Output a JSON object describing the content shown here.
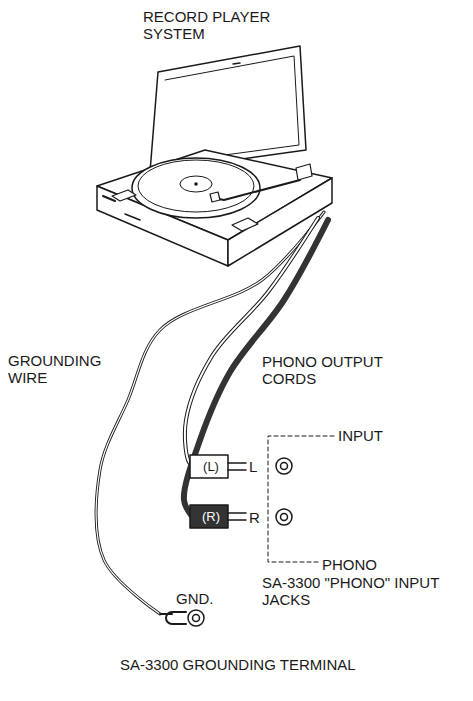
{
  "diagram": {
    "labels": [
      "RECORD PLAYER SYSTEM",
      "GROUNDING WIRE",
      "PHONO OUTPUT CORDS",
      "INPUT",
      "(L)",
      "L",
      "R",
      "(R)",
      "PHONO",
      "SA-3300 \"PHONO\" INPUT JACKS",
      "GND.",
      "SA-3300 GROUNDING TERMINAL"
    ]
  }
}
